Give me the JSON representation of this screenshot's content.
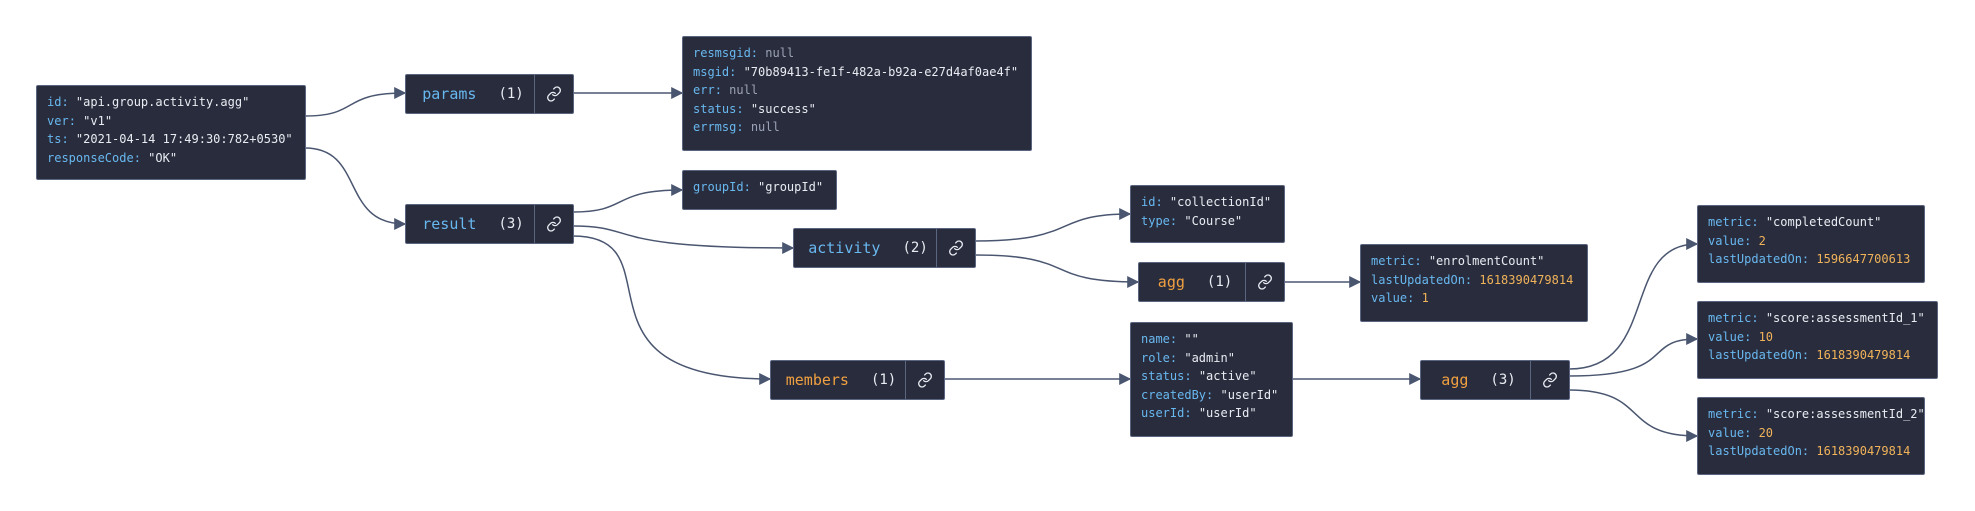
{
  "colors": {
    "background": "#ffffff",
    "node_bg": "#292c3c",
    "node_border": "#5a6580",
    "key": "#68b8f0",
    "string": "#e9ecf3",
    "null": "#9ba3b6",
    "number": "#f0b35a",
    "array_label": "#f0a040",
    "edge": "#4a5670"
  },
  "nodes": {
    "root": {
      "rows": [
        {
          "key": "id",
          "value": "\"api.group.activity.agg\"",
          "type": "string"
        },
        {
          "key": "ver",
          "value": "\"v1\"",
          "type": "string"
        },
        {
          "key": "ts",
          "value": "\"2021-04-14 17:49:30:782+0530\"",
          "type": "string"
        },
        {
          "key": "responseCode",
          "value": "\"OK\"",
          "type": "string"
        }
      ]
    },
    "params": {
      "label": "params",
      "count": "(1)",
      "icon": "link-icon"
    },
    "params_obj": {
      "rows": [
        {
          "key": "resmsgid",
          "value": "null",
          "type": "null"
        },
        {
          "key": "msgid",
          "value": "\"70b89413-fe1f-482a-b92a-e27d4af0ae4f\"",
          "type": "string"
        },
        {
          "key": "err",
          "value": "null",
          "type": "null"
        },
        {
          "key": "status",
          "value": "\"success\"",
          "type": "string"
        },
        {
          "key": "errmsg",
          "value": "null",
          "type": "null"
        }
      ]
    },
    "result": {
      "label": "result",
      "count": "(3)",
      "icon": "link-icon"
    },
    "group_obj": {
      "rows": [
        {
          "key": "groupId",
          "value": "\"groupId\"",
          "type": "string"
        }
      ]
    },
    "activity": {
      "label": "activity",
      "count": "(2)",
      "icon": "link-icon"
    },
    "activity_obj": {
      "rows": [
        {
          "key": "id",
          "value": "\"collectionId\"",
          "type": "string"
        },
        {
          "key": "type",
          "value": "\"Course\"",
          "type": "string"
        }
      ]
    },
    "agg1": {
      "label": "agg",
      "count": "(1)",
      "icon": "link-icon"
    },
    "agg1_obj": {
      "rows": [
        {
          "key": "metric",
          "value": "\"enrolmentCount\"",
          "type": "string"
        },
        {
          "key": "lastUpdatedOn",
          "value": "1618390479814",
          "type": "number"
        },
        {
          "key": "value",
          "value": "1",
          "type": "number"
        }
      ]
    },
    "members": {
      "label": "members",
      "count": "(1)",
      "icon": "link-icon"
    },
    "member_obj": {
      "rows": [
        {
          "key": "name",
          "value": "\"\"",
          "type": "string"
        },
        {
          "key": "role",
          "value": "\"admin\"",
          "type": "string"
        },
        {
          "key": "status",
          "value": "\"active\"",
          "type": "string"
        },
        {
          "key": "createdBy",
          "value": "\"userId\"",
          "type": "string"
        },
        {
          "key": "userId",
          "value": "\"userId\"",
          "type": "string"
        }
      ]
    },
    "agg3": {
      "label": "agg",
      "count": "(3)",
      "icon": "link-icon"
    },
    "agg3_0": {
      "rows": [
        {
          "key": "metric",
          "value": "\"completedCount\"",
          "type": "string"
        },
        {
          "key": "value",
          "value": "2",
          "type": "number"
        },
        {
          "key": "lastUpdatedOn",
          "value": "1596647700613",
          "type": "number"
        }
      ]
    },
    "agg3_1": {
      "rows": [
        {
          "key": "metric",
          "value": "\"score:assessmentId_1\"",
          "type": "string"
        },
        {
          "key": "value",
          "value": "10",
          "type": "number"
        },
        {
          "key": "lastUpdatedOn",
          "value": "1618390479814",
          "type": "number"
        }
      ]
    },
    "agg3_2": {
      "rows": [
        {
          "key": "metric",
          "value": "\"score:assessmentId_2\"",
          "type": "string"
        },
        {
          "key": "value",
          "value": "20",
          "type": "number"
        },
        {
          "key": "lastUpdatedOn",
          "value": "1618390479814",
          "type": "number"
        }
      ]
    }
  }
}
